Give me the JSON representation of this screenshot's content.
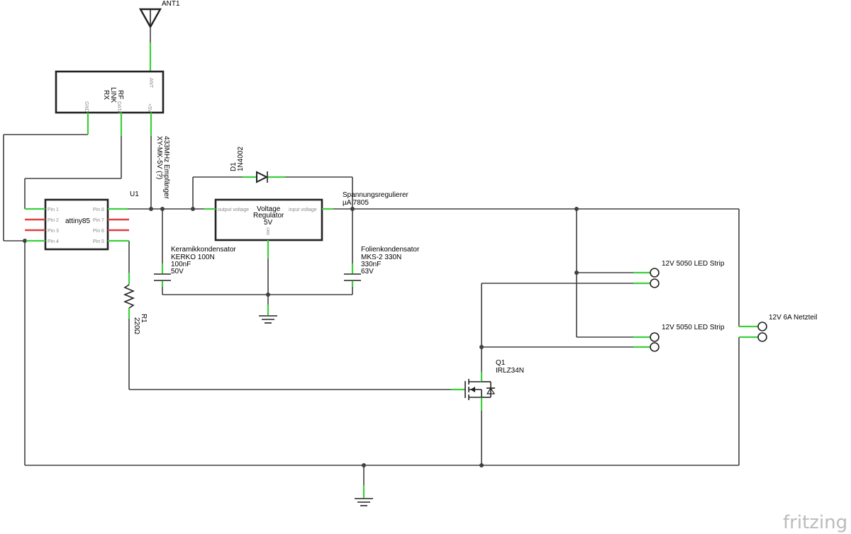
{
  "antenna": {
    "name": "ANT1",
    "pin_label": "ANT"
  },
  "rf_module": {
    "title": [
      "RF",
      "LINK",
      "RX"
    ],
    "pins": [
      "GND",
      "DATA",
      "+5V"
    ],
    "description": [
      "433MHz Empfänger",
      "XY-MK-5V (?)"
    ]
  },
  "mcu": {
    "ref": "U1",
    "name": "attiny85",
    "left_pins": [
      "Pin 1",
      "Pin 2",
      "Pin 3",
      "Pin 4"
    ],
    "right_pins": [
      "Pin 8",
      "Pin 7",
      "Pin 6",
      "Pin 5"
    ]
  },
  "diode": {
    "ref": "D1",
    "part": "1N4002"
  },
  "regulator": {
    "title": [
      "Voltage",
      "Regulator",
      "5V"
    ],
    "out_label": "output voltage",
    "in_label": "input voltage",
    "gnd_label": "GND",
    "description": [
      "Spannungsregulierer",
      "µA 7805"
    ]
  },
  "cap_ceramic": {
    "lines": [
      "Keramikkondensator",
      "KERKO 100N",
      "100nF",
      "50V"
    ]
  },
  "cap_film": {
    "lines": [
      "Folienkondensator",
      "MKS-2 330N",
      "330nF",
      "63V"
    ]
  },
  "resistor": {
    "ref": "R1",
    "value": "220Ω"
  },
  "mosfet": {
    "ref": "Q1",
    "part": "IRLZ34N"
  },
  "led_strip_1": {
    "label": "12V 5050 LED Strip"
  },
  "led_strip_2": {
    "label": "12V 5050 LED Strip"
  },
  "power_supply": {
    "label": "12V 6A Netzteil"
  },
  "brand": "fritzing",
  "colors": {
    "wire": "#404040",
    "pin": "#3ccf3c",
    "unused_pin": "#e04040"
  }
}
